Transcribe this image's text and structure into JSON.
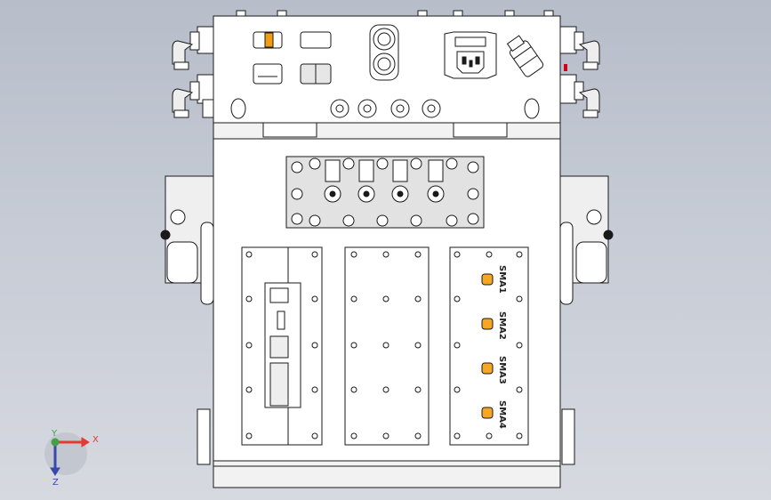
{
  "viewport": {
    "background_top": "#b7bdc9",
    "background_bottom": "#d6d9e0",
    "line_color": "#1a1a1a",
    "part_fill": "#ffffff",
    "shade_fill": "#e6e6e6"
  },
  "panel": {
    "connector_labels": [
      "SMA1",
      "SMA2",
      "SMA3",
      "SMA4"
    ],
    "led_color": "#f5a623",
    "switch_color": "#f39c12",
    "warning_color": "#d0021b"
  },
  "triad": {
    "x_label": "X",
    "y_label": "Y",
    "z_label": "Z",
    "x_color": "#e53935",
    "y_color": "#43a047",
    "z_color": "#3949ab"
  }
}
